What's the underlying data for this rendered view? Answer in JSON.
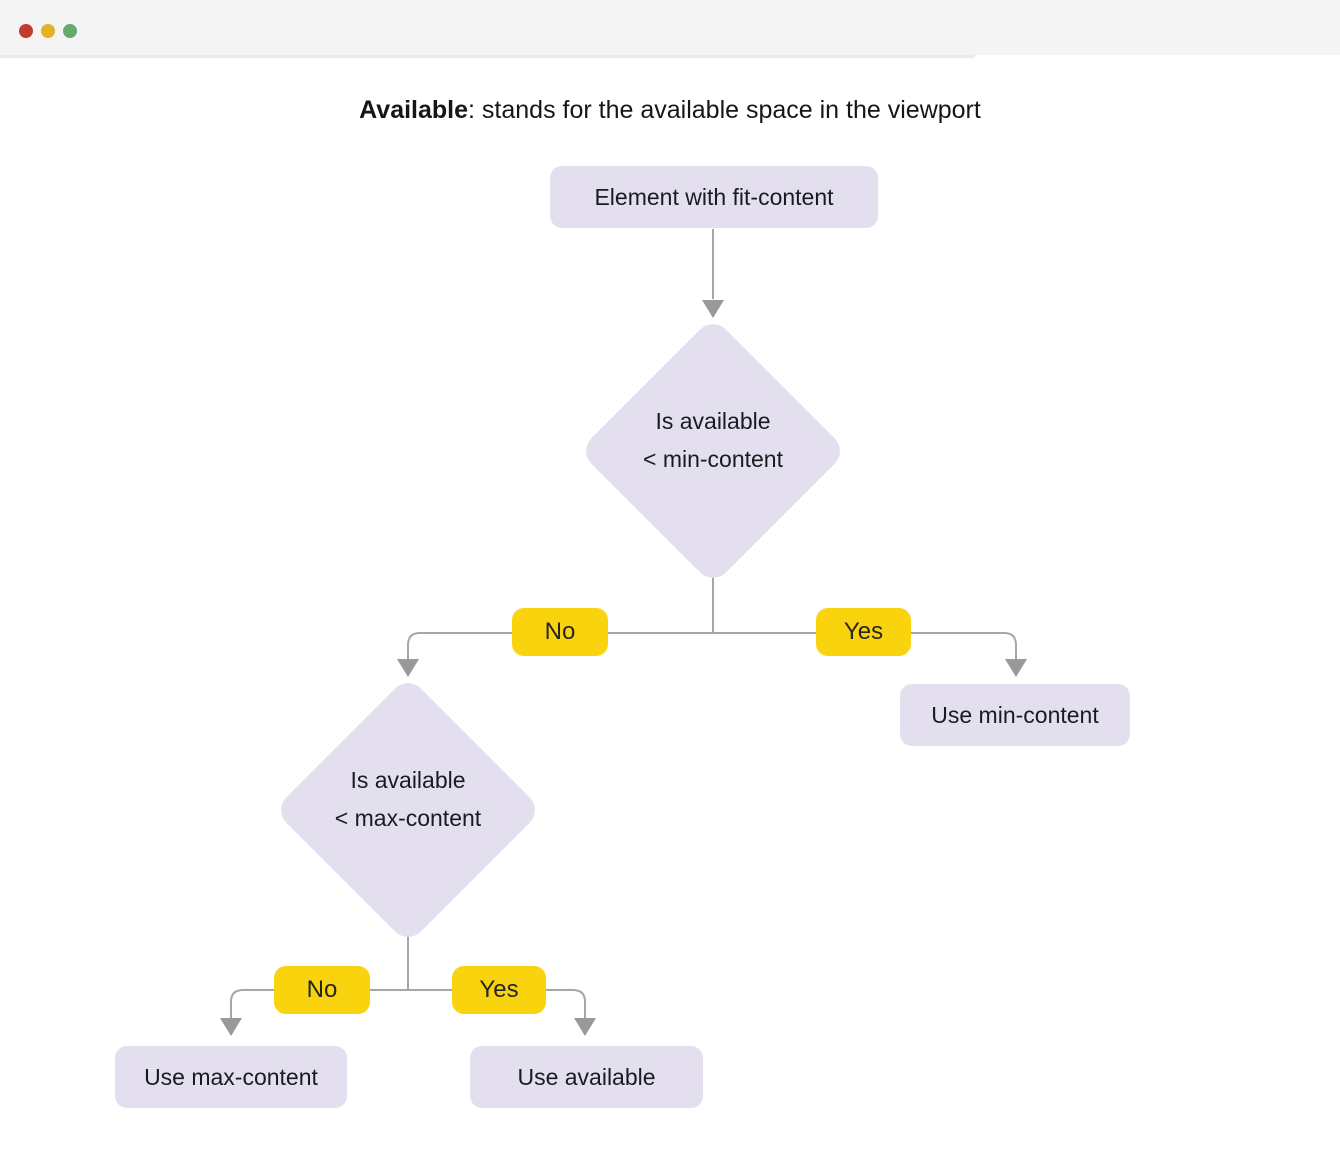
{
  "window": {
    "controls": {
      "close": "close",
      "minimize": "minimize",
      "zoom": "zoom"
    }
  },
  "caption": {
    "term": "Available",
    "rest": ": stands for the available space in the viewport"
  },
  "flow": {
    "start": {
      "label": "Element with fit-content"
    },
    "decision_min": {
      "line1": "Is available",
      "line2": "< min-content"
    },
    "decision_max": {
      "line1": "Is available",
      "line2": "< max-content"
    },
    "result_min": {
      "label": "Use min-content"
    },
    "result_max": {
      "label": "Use max-content"
    },
    "result_available": {
      "label": "Use available"
    },
    "branches": {
      "min_no": "No",
      "min_yes": "Yes",
      "max_no": "No",
      "max_yes": "Yes"
    }
  },
  "colors": {
    "node_bg": "#e4dfef",
    "badge_bg": "#f8d30e",
    "connector": "#a6a6a6",
    "arrowhead": "#999999",
    "titlebar_bg": "#f4f4f4",
    "traffic_red": "#c23b31",
    "traffic_yellow": "#e3b324",
    "traffic_green": "#64a96e",
    "text": "#1a1a1a"
  }
}
